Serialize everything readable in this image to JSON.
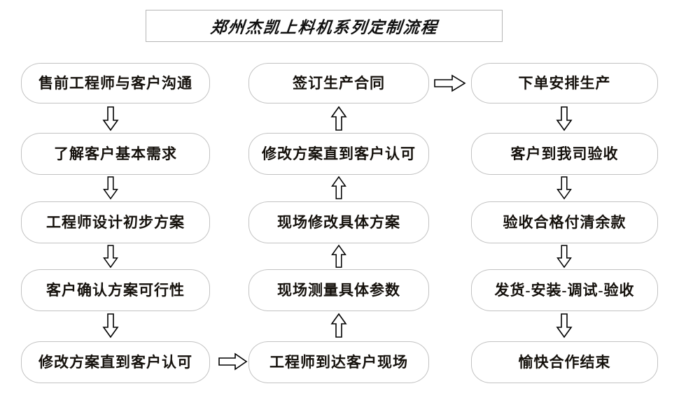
{
  "title": {
    "text": "郑州杰凯上料机系列定制流程"
  },
  "columns": [
    {
      "id": "column-1",
      "nodes": [
        {
          "label": "售前工程师与客户沟通"
        },
        {
          "label": "了解客户基本需求"
        },
        {
          "label": "工程师设计初步方案"
        },
        {
          "label": "客户确认方案可行性"
        },
        {
          "label": "修改方案直到客户认可"
        }
      ],
      "flow_direction": "down"
    },
    {
      "id": "column-2",
      "nodes": [
        {
          "label": "签订生产合同"
        },
        {
          "label": "修改方案直到客户认可"
        },
        {
          "label": "现场修改具体方案"
        },
        {
          "label": "现场测量具体参数"
        },
        {
          "label": "工程师到达客户现场"
        }
      ],
      "flow_direction": "up"
    },
    {
      "id": "column-3",
      "nodes": [
        {
          "label": "下单安排生产"
        },
        {
          "label": "客户到我司验收"
        },
        {
          "label": "验收合格付清余款"
        },
        {
          "label": "发货-安装-调试-验收"
        },
        {
          "label": "愉快合作结束"
        }
      ],
      "flow_direction": "down"
    }
  ],
  "connectors": {
    "col1_to_col2": "arrow-right",
    "col2_to_col3": "arrow-right",
    "col1_internal": "arrow-down",
    "col2_internal": "arrow-up",
    "col3_internal": "arrow-down"
  },
  "colors": {
    "background": "#ffffff",
    "node_border": "#c2c2c2",
    "title_border": "#b6b6b6",
    "text": "#15110c",
    "arrow_stroke": "#000000",
    "arrow_fill": "#ffffff"
  }
}
